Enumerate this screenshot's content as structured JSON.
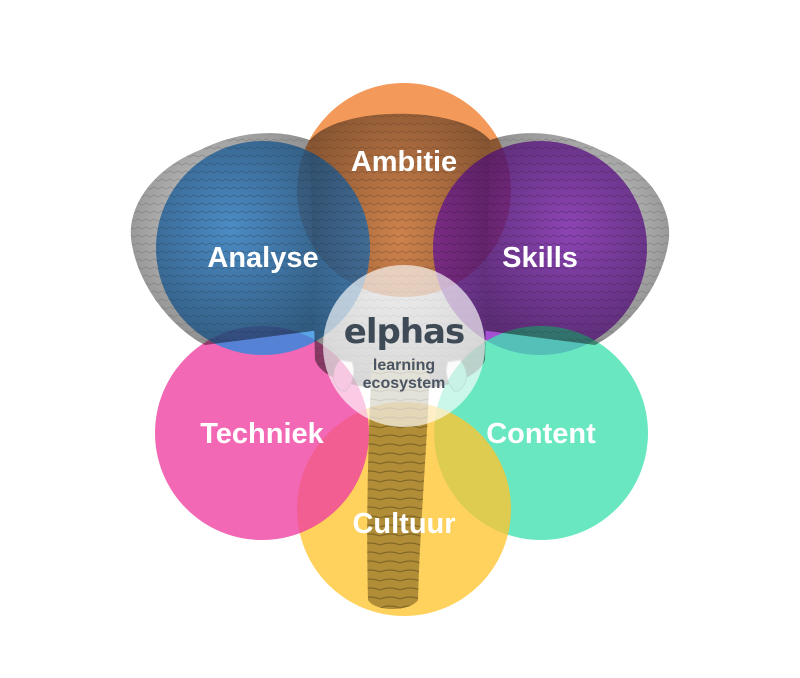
{
  "diagram": {
    "petals": [
      {
        "key": "ambitie",
        "label": "Ambitie",
        "color": "#f07c2a"
      },
      {
        "key": "skills",
        "label": "Skills",
        "color": "#8a1fc6"
      },
      {
        "key": "content",
        "label": "Content",
        "color": "#3ee0b0"
      },
      {
        "key": "cultuur",
        "label": "Cultuur",
        "color": "#ffc531"
      },
      {
        "key": "techniek",
        "label": "Techniek",
        "color": "#ee3da0"
      },
      {
        "key": "analyse",
        "label": "Analyse",
        "color": "#2a8be0"
      }
    ],
    "center": {
      "logo_word": "elphas",
      "line1": "learning",
      "line2": "ecosystem",
      "text_color": "#3f4a57"
    },
    "background_image": "elephant-head"
  }
}
